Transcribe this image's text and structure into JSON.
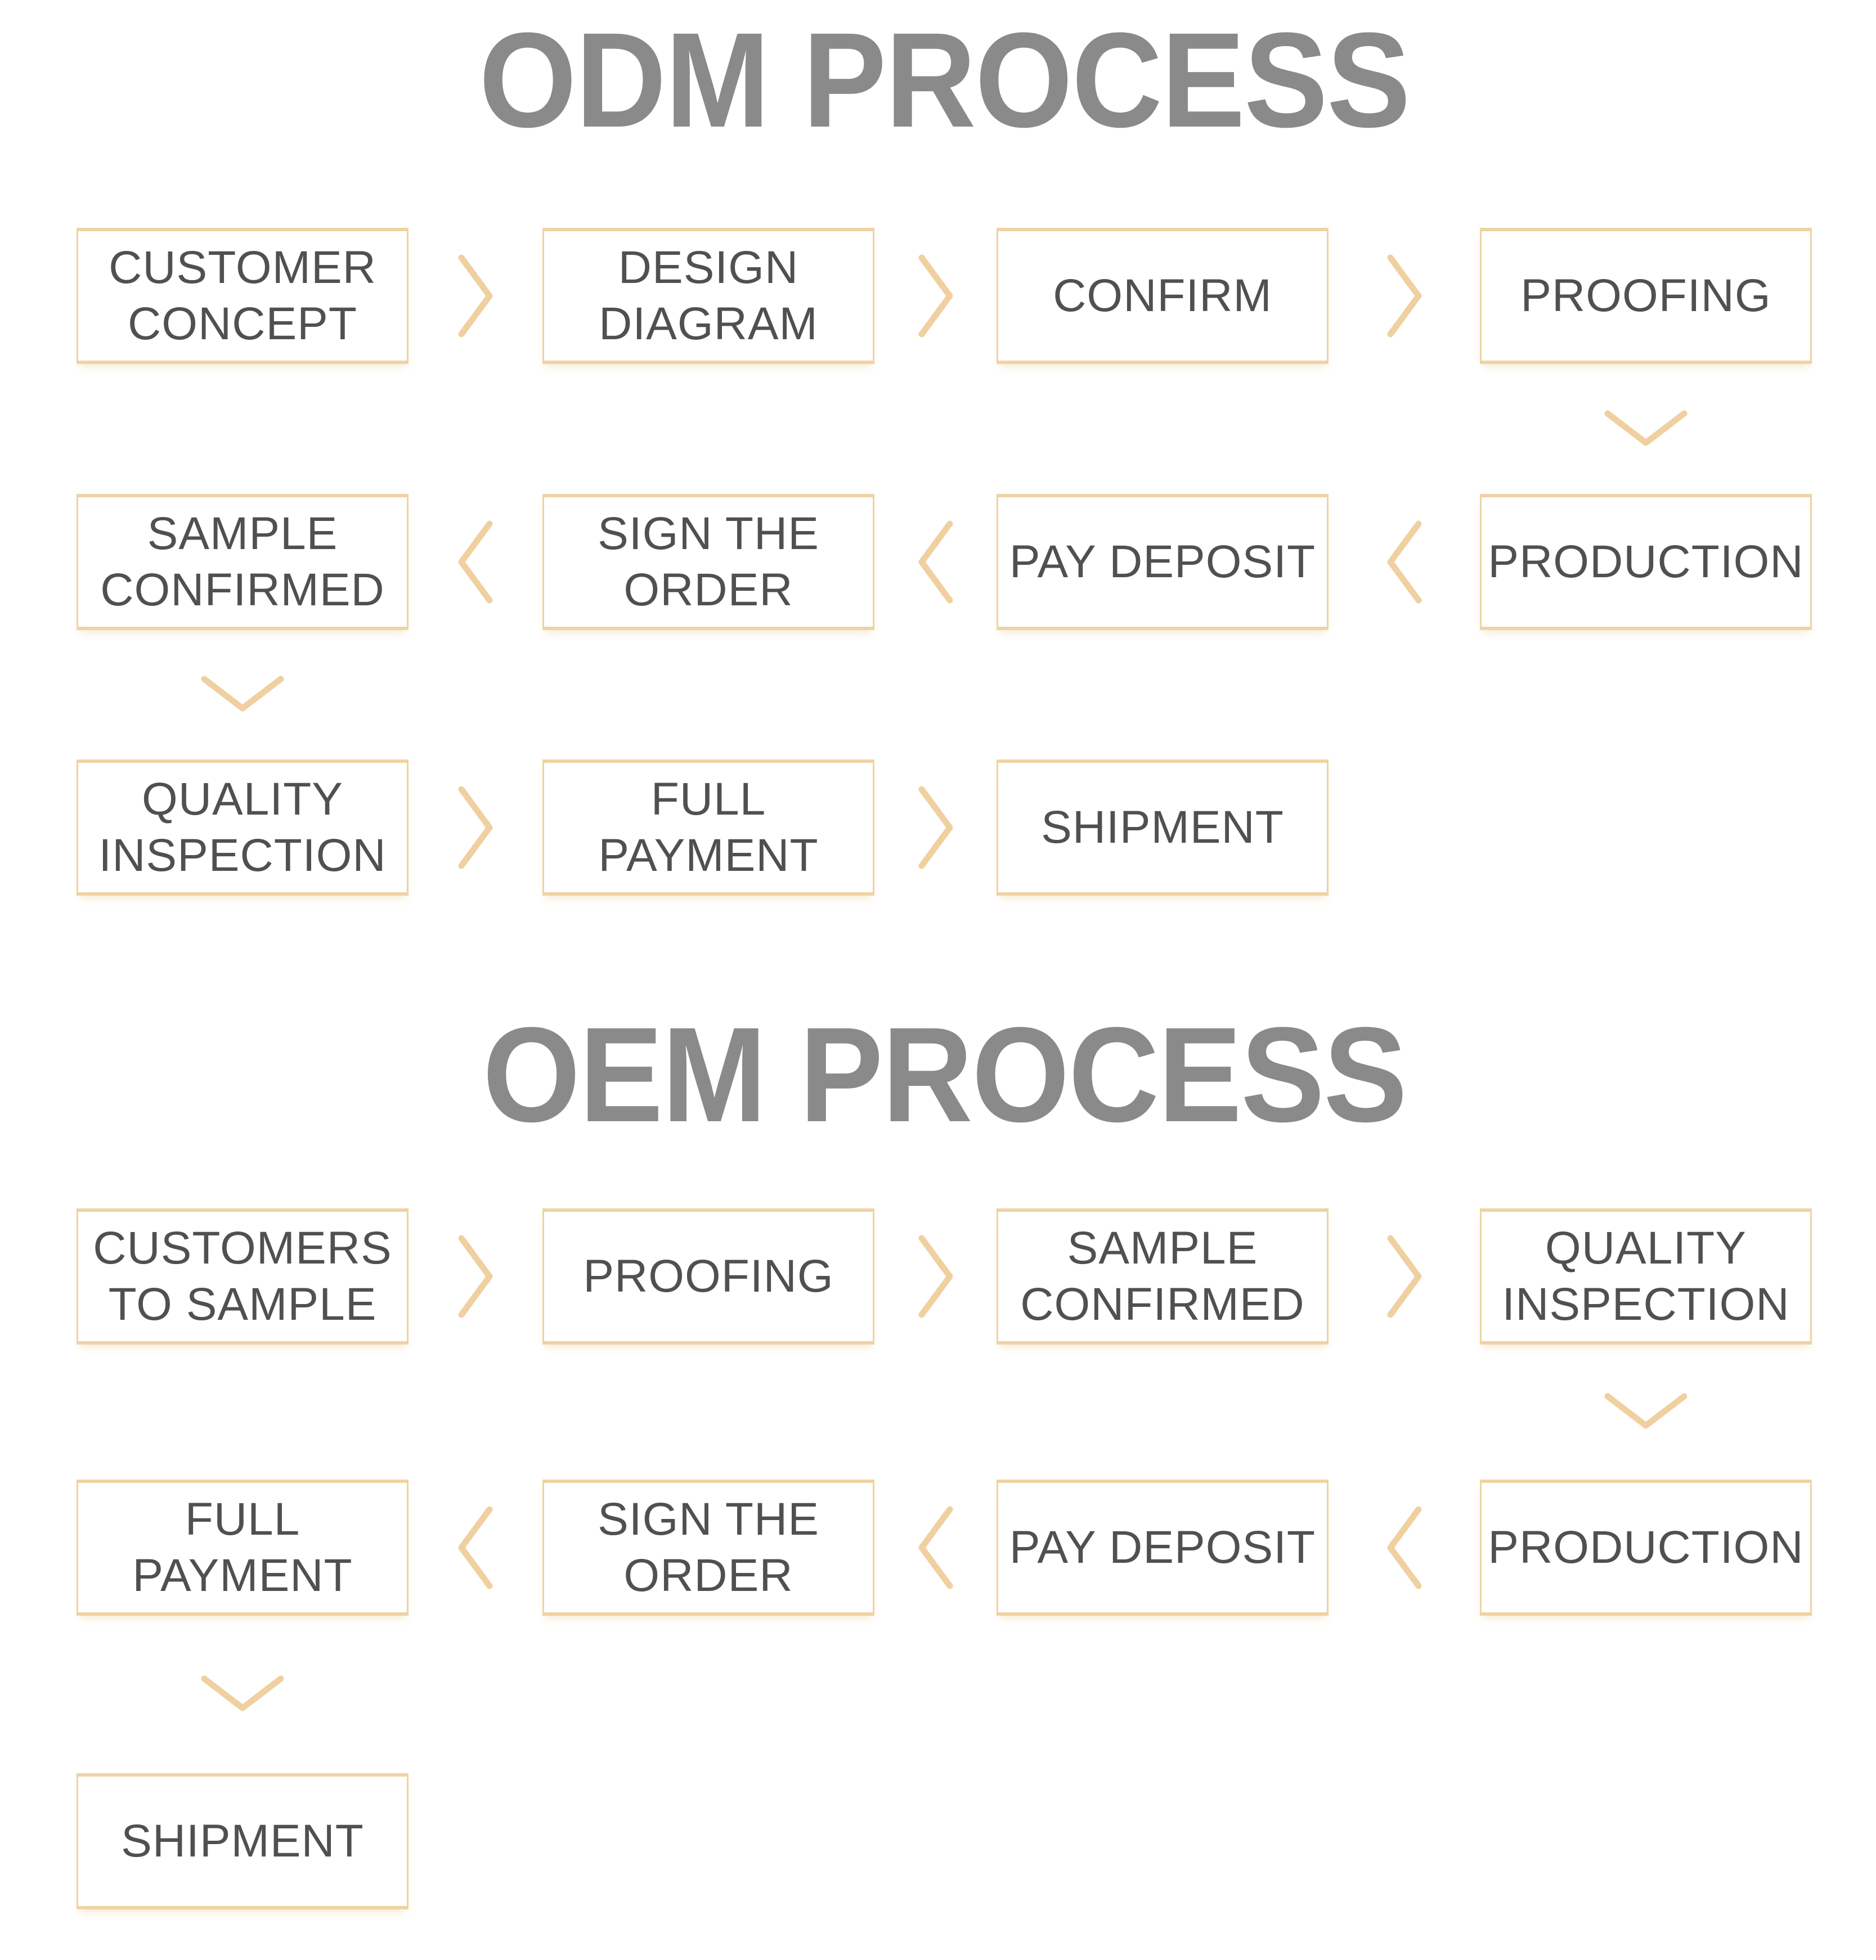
{
  "odm": {
    "title": "ODM PROCESS",
    "row1": [
      "CUSTOMER\nCONCEPT",
      "DESIGN\nDIAGRAM",
      "CONFIRM",
      "PROOFING"
    ],
    "row2": [
      "SAMPLE\nCONFIRMED",
      "SIGN THE\nORDER",
      "PAY DEPOSIT",
      "PRODUCTION"
    ],
    "row3": [
      "QUALITY\nINSPECTION",
      "FULL\nPAYMENT",
      "SHIPMENT"
    ]
  },
  "oem": {
    "title": "OEM PROCESS",
    "row1": [
      "CUSTOMERS\nTO SAMPLE",
      "PROOFING",
      "SAMPLE\nCONFIRMED",
      "QUALITY\nINSPECTION"
    ],
    "row2": [
      "FULL\nPAYMENT",
      "SIGN THE\nORDER",
      "PAY DEPOSIT",
      "PRODUCTION"
    ],
    "row3": [
      "SHIPMENT"
    ]
  },
  "colors": {
    "box_border": "#efd3a4",
    "arrow": "#f0d0a0",
    "box_text": "#4f5052",
    "title_text": "#8a8a8a",
    "background": "#ffffff"
  }
}
